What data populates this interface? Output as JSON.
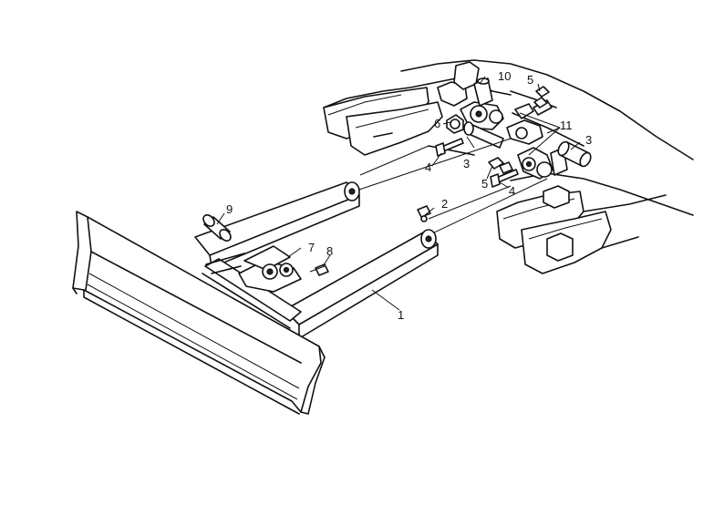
{
  "diagram": {
    "callouts": [
      {
        "id": "c1",
        "label": "1"
      },
      {
        "id": "c2",
        "label": "2"
      },
      {
        "id": "c3a",
        "label": "3"
      },
      {
        "id": "c3b",
        "label": "3"
      },
      {
        "id": "c4a",
        "label": "4"
      },
      {
        "id": "c4b",
        "label": "4"
      },
      {
        "id": "c5a",
        "label": "5"
      },
      {
        "id": "c5b",
        "label": "5"
      },
      {
        "id": "c6",
        "label": "6"
      },
      {
        "id": "c7",
        "label": "7"
      },
      {
        "id": "c8",
        "label": "8"
      },
      {
        "id": "c9",
        "label": "9"
      },
      {
        "id": "c10",
        "label": "10"
      },
      {
        "id": "c11",
        "label": "11"
      }
    ],
    "colors": {
      "ink": "#111111",
      "paper": "#ffffff"
    }
  }
}
